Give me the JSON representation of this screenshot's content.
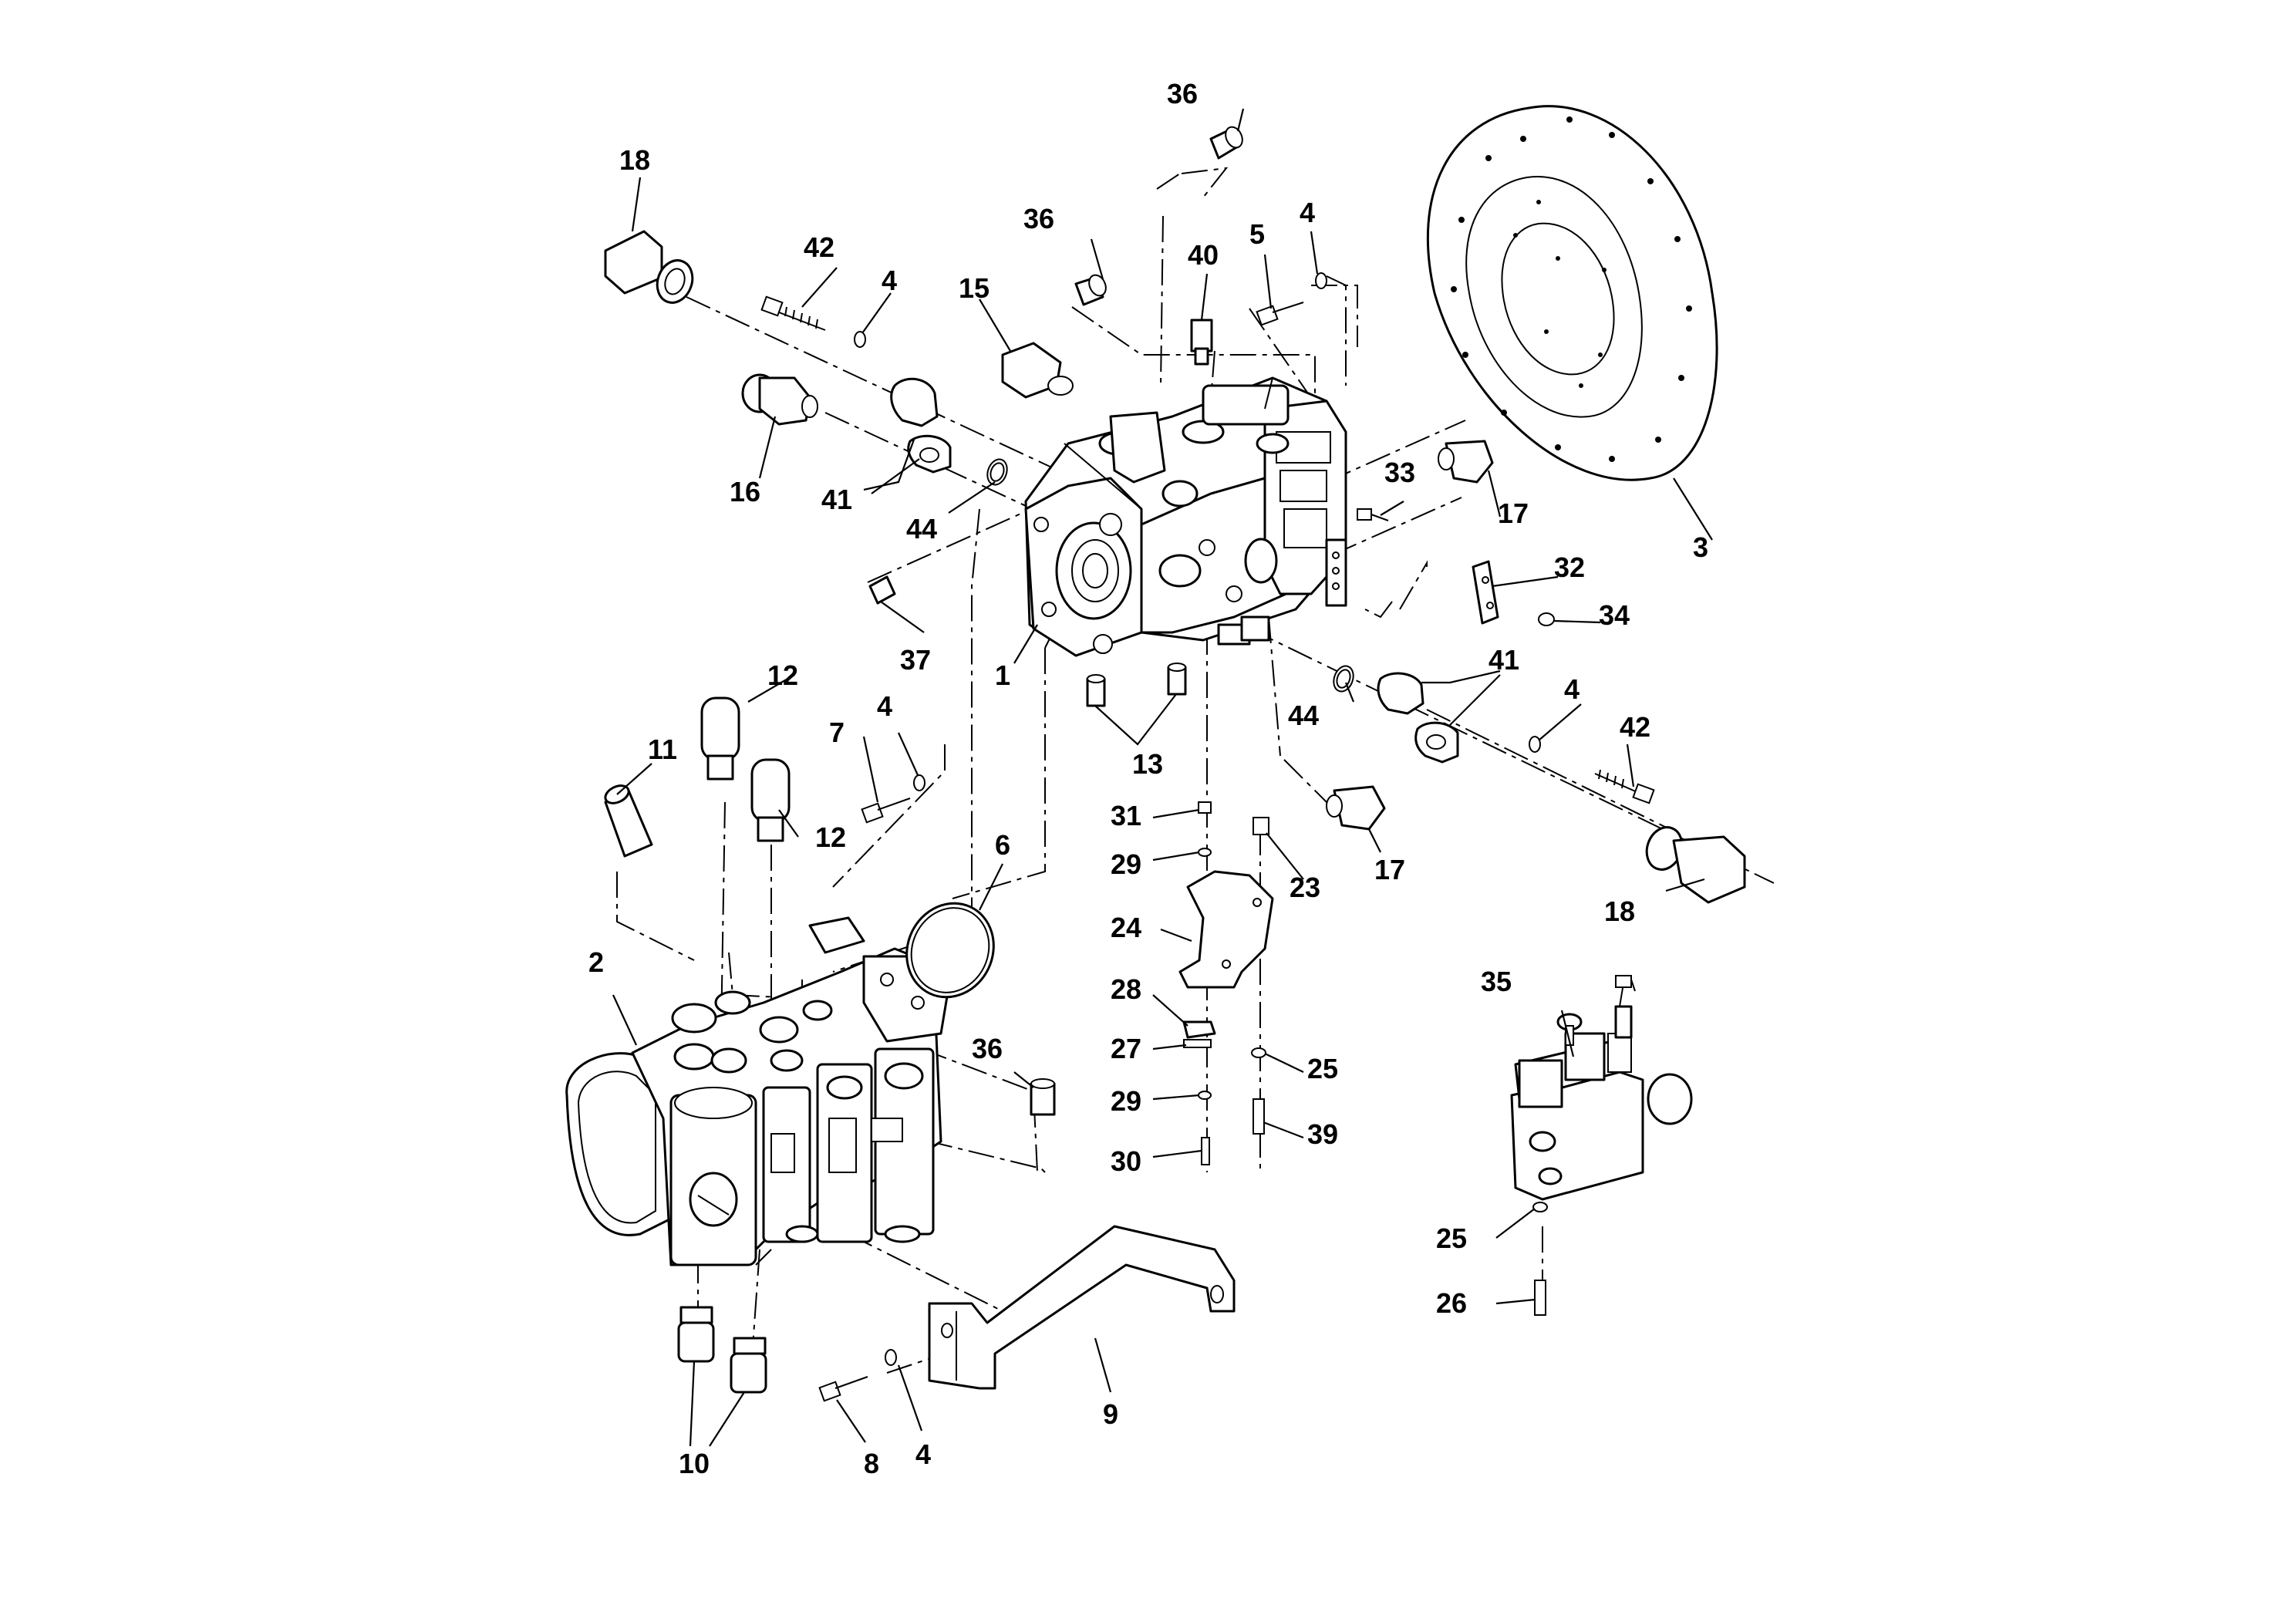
{
  "diagram": {
    "callouts": {
      "c1": "1",
      "c2": "2",
      "c3": "3",
      "c4a": "4",
      "c4b": "4",
      "c4c": "4",
      "c4d": "4",
      "c4e": "4",
      "c5": "5",
      "c6": "6",
      "c7": "7",
      "c8": "8",
      "c9": "9",
      "c10": "10",
      "c11": "11",
      "c12a": "12",
      "c12b": "12",
      "c13": "13",
      "c15": "15",
      "c16": "16",
      "c17a": "17",
      "c17b": "17",
      "c18a": "18",
      "c18b": "18",
      "c23": "23",
      "c24": "24",
      "c25a": "25",
      "c25b": "25",
      "c26": "26",
      "c27": "27",
      "c28": "28",
      "c29a": "29",
      "c29b": "29",
      "c30": "30",
      "c31": "31",
      "c32": "32",
      "c33": "33",
      "c34": "34",
      "c35": "35",
      "c36a": "36",
      "c36b": "36",
      "c36c": "36",
      "c37": "37",
      "c39": "39",
      "c40": "40",
      "c41a": "41",
      "c41b": "41",
      "c42a": "42",
      "c42b": "42",
      "c44a": "44",
      "c44b": "44"
    },
    "icons": {
      "main_pump": "hydraulic-pump-icon",
      "aux_pump": "tandem-pump-icon",
      "flange": "flywheel-coupling-icon",
      "valve": "solenoid-valve-icon"
    }
  }
}
